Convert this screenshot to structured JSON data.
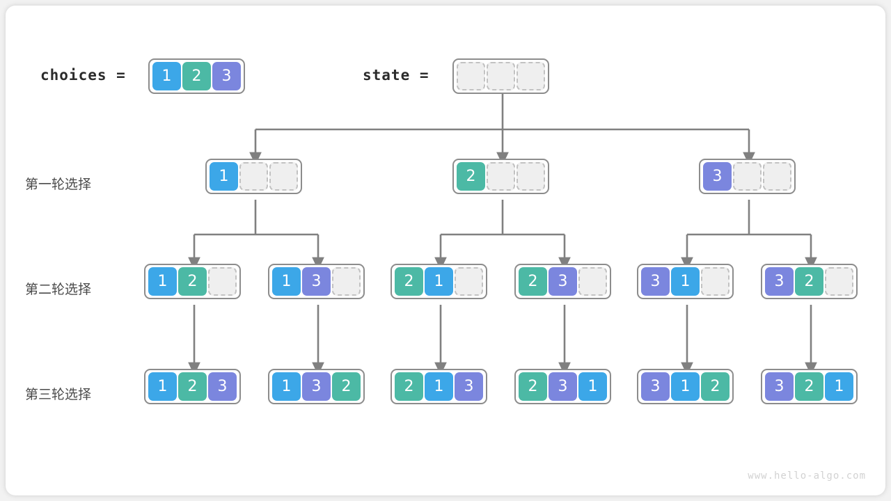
{
  "diagram": {
    "title": "permutations-backtracking-tree",
    "watermark": "www.hello-algo.com",
    "colors": {
      "value_1": "#3ca7e8",
      "value_2": "#4cb9a5",
      "value_3": "#7b86de",
      "empty_cell": "#efefef",
      "empty_border": "#c2c2c2",
      "box_border": "#8c8c8c",
      "edge": "#808080",
      "card_background": "#ffffff",
      "page_background": "#f2f2f2"
    }
  },
  "header": {
    "choices_label": "choices =",
    "choices_values": [
      "1",
      "2",
      "3"
    ],
    "state_label": "state =",
    "state_values": [
      "",
      "",
      ""
    ]
  },
  "rows": [
    {
      "label": "第一轮选择",
      "nodes": [
        {
          "values": [
            "1",
            "",
            ""
          ]
        },
        {
          "values": [
            "2",
            "",
            ""
          ]
        },
        {
          "values": [
            "3",
            "",
            ""
          ]
        }
      ]
    },
    {
      "label": "第二轮选择",
      "nodes": [
        {
          "values": [
            "1",
            "2",
            ""
          ]
        },
        {
          "values": [
            "1",
            "3",
            ""
          ]
        },
        {
          "values": [
            "2",
            "1",
            ""
          ]
        },
        {
          "values": [
            "2",
            "3",
            ""
          ]
        },
        {
          "values": [
            "3",
            "1",
            ""
          ]
        },
        {
          "values": [
            "3",
            "2",
            ""
          ]
        }
      ]
    },
    {
      "label": "第三轮选择",
      "nodes": [
        {
          "values": [
            "1",
            "2",
            "3"
          ]
        },
        {
          "values": [
            "1",
            "3",
            "2"
          ]
        },
        {
          "values": [
            "2",
            "1",
            "3"
          ]
        },
        {
          "values": [
            "2",
            "3",
            "1"
          ]
        },
        {
          "values": [
            "3",
            "1",
            "2"
          ]
        },
        {
          "values": [
            "3",
            "2",
            "1"
          ]
        }
      ]
    }
  ]
}
